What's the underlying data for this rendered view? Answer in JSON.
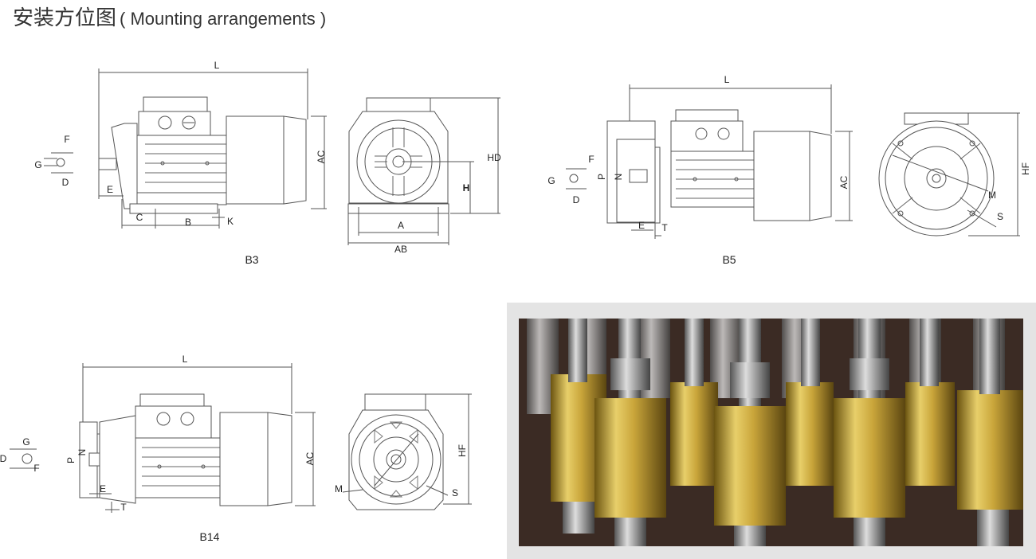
{
  "header": {
    "title_cn": "安装方位图",
    "title_en": "( Mounting arrangements )"
  },
  "b3": {
    "caption": "B3",
    "side": {
      "L": "L",
      "F": "F",
      "G": "G",
      "D": "D",
      "E": "E",
      "AC": "AC",
      "C": "C",
      "B": "B",
      "K": "K"
    },
    "front": {
      "HD": "HD",
      "H": "H",
      "A": "A",
      "AB": "AB"
    }
  },
  "b5": {
    "caption": "B5",
    "side": {
      "L": "L",
      "F": "F",
      "G": "G",
      "D": "D",
      "P": "P",
      "N": "N",
      "E": "E",
      "T": "T",
      "AC": "AC"
    },
    "front": {
      "HF": "HF",
      "M": "M",
      "S": "S"
    }
  },
  "b14": {
    "caption": "B14",
    "side": {
      "L": "L",
      "G": "G",
      "D": "D",
      "F": "F",
      "P": "P",
      "N": "N",
      "E": "E",
      "T": "T",
      "AC": "AC"
    },
    "front": {
      "HF": "HF",
      "M": "M",
      "S": "S"
    }
  },
  "photo": {
    "subject": "rotors-photo"
  },
  "colors": {
    "line": "#444444",
    "photo_frame": "#e4e4e4",
    "copper": "#c9a53a"
  }
}
